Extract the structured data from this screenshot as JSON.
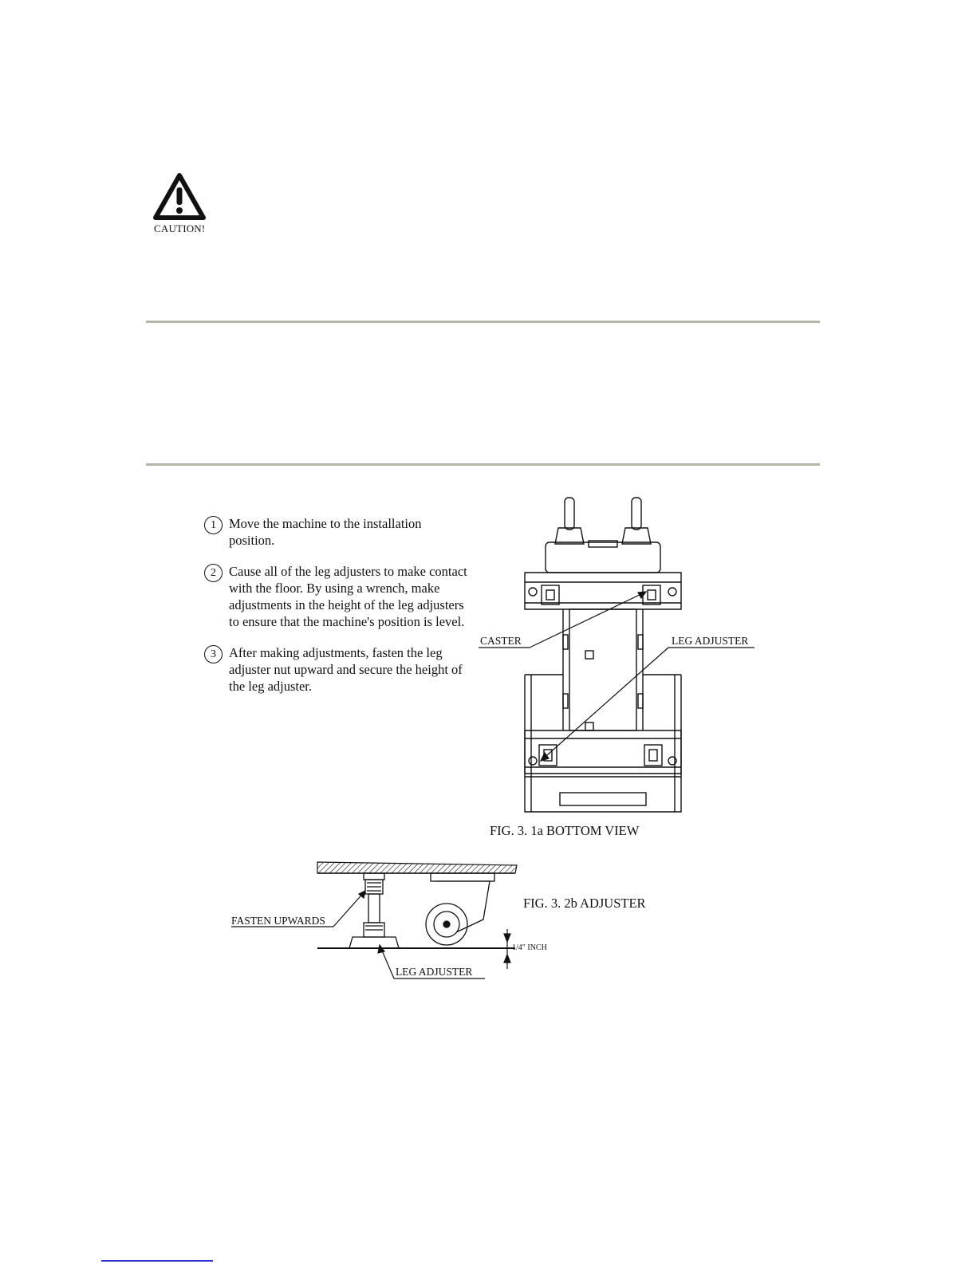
{
  "caution": {
    "label": "CAUTION!"
  },
  "steps": [
    {
      "num": "1",
      "text": "Move the machine to the installation position."
    },
    {
      "num": "2",
      "text": "Cause all of the leg adjusters to make contact with the floor. By using a wrench, make adjustments in the height of the leg adjusters to ensure that the machine's position is level."
    },
    {
      "num": "3",
      "text": "After making adjustments, fasten the leg adjuster nut upward and secure the height of the leg adjuster."
    }
  ],
  "figure_bottom": {
    "caption": "FIG. 3. 1a BOTTOM VIEW",
    "label_caster": "CASTER",
    "label_leg_adjuster": "LEG ADJUSTER"
  },
  "figure_adjuster": {
    "caption": "FIG. 3. 2b ADJUSTER",
    "label_fasten": "FASTEN UPWARDS",
    "label_leg_adjuster": "LEG ADJUSTER",
    "label_gap": "1/4\" INCH"
  }
}
